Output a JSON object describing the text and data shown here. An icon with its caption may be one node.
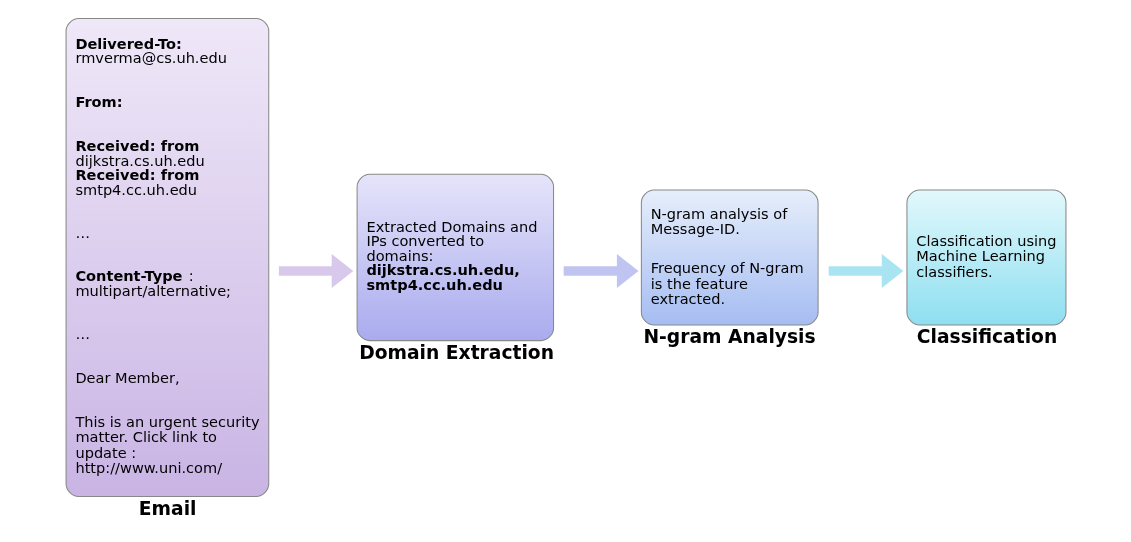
{
  "diagram": {
    "nodes": [
      {
        "text": [
          "**Delivered-To:** rmverma@cs.uh.edu",
          "**From:**",
          "**Received: from** dijkstra.cs.uh.edu **Received: from** smtp4.cc.uh.edu",
          "…",
          "**Content-Type**: multipart/alternative;",
          "…",
          "Dear Member,",
          "This is an urgent security matter. Click link to update : http://www.uni.com/",
          "Email"
        ]
      },
      {
        "text": [
          "Extracted Domains and IPs converted to domains: **dijkstra.cs.uh.edu, smtp4.cc.uh.edu**",
          "Domain Extraction"
        ]
      },
      {
        "text": [
          "N-gram analysis of Message-ID.",
          "Frequency of N-gram is the feature extracted.",
          "N-gram Analysis"
        ]
      },
      {
        "text": [
          "Classification using Machine Learning classifiers.",
          "Classification"
        ]
      }
    ],
    "edges": [
      {
        "from": 0,
        "to": 1,
        "arrow": "to",
        "color": "#d8c8ec"
      },
      {
        "from": 1,
        "to": 2,
        "arrow": "to",
        "color": "#c0c4f0"
      },
      {
        "from": 2,
        "to": 3,
        "arrow": "to",
        "color": "#a8e4f2"
      }
    ]
  }
}
